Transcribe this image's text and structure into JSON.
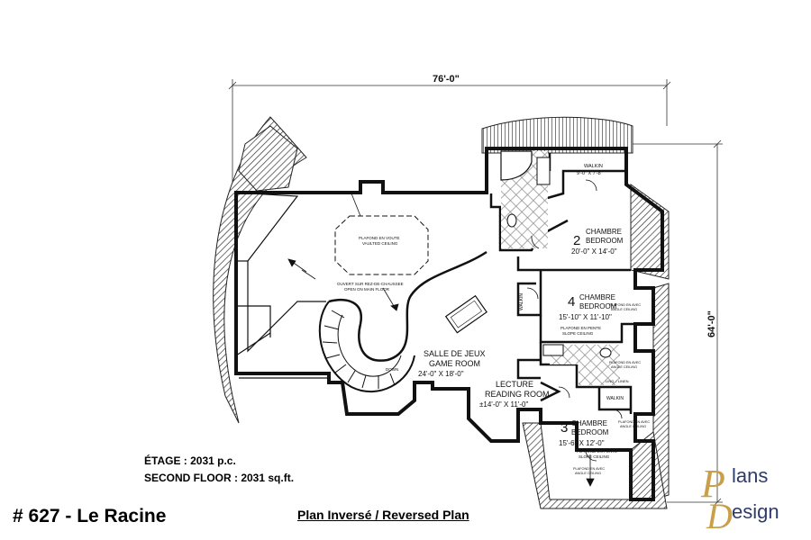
{
  "plan": {
    "number_title": "# 627 - Le Racine",
    "floor_fr": "ÉTAGE : 2031 p.c.",
    "floor_en": "SECOND FLOOR : 2031 sq.ft.",
    "reversed_label": "Plan Inversé / Reversed Plan",
    "dim_width": "76'-0\"",
    "dim_depth": "64'-0\""
  },
  "rooms": {
    "walkin_top": "WALKIN",
    "walkin_top_size": "9'-0\" X 7'-8\"",
    "bed2_num": "2",
    "bed2_fr": "CHAMBRE",
    "bed2_en": "BEDROOM",
    "bed2_size": "20'-0\" X 14'-0\"",
    "bed4_num": "4",
    "bed4_fr": "CHAMBRE",
    "bed4_en": "BEDROOM",
    "bed4_size": "15'-10\" X 11'-10\"",
    "game_fr": "SALLE DE JEUX",
    "game_en": "GAME ROOM",
    "game_size": "24'-0\" X 18'-0\"",
    "reading_fr": "LECTURE",
    "reading_en": "READING ROOM",
    "reading_size": "±14'-0\" X 11'-0\"",
    "bed3_num": "3",
    "bed3_fr": "CHAMBRE",
    "bed3_en": "BEDROOM",
    "bed3_size": "15'-6\" X 12'-0\"",
    "walkin_side": "WALKIN",
    "walkin_small": "WALKIN"
  },
  "notes": {
    "vault_fr": "PLAFOND EN VOUTE",
    "vault_en": "VAULTED CEILING",
    "open_fr": "OUVERT SUR REZ-DE-CHAUSSEE",
    "open_en": "OPEN ON MAIN FLOOR",
    "down": "DOWN",
    "slope_b4_fr": "PLAFOND EN PENTE",
    "slope_b4_en": "SLOPE CEILING",
    "knee_a_fr": "PLAFOND EN AVEC",
    "knee_a_en": "ANGLE CEILING",
    "knee_b_fr": "PLAFOND EN AVEC",
    "knee_b_en": "ANGLE CEILING",
    "linen": "LING. / LINEN",
    "slope_b3_fr": "PLAFOND EN PENTE",
    "slope_b3_en": "SLOPE CEILING",
    "knee_c_fr": "PLAFOND EN AVEC",
    "knee_c_en": "ANGLE CEILING",
    "knee_d_fr": "PLAFOND EN AVEC",
    "knee_d_en": "ANGLE CEILING"
  },
  "logo": {
    "letter_p": "P",
    "word_lans": "lans",
    "letter_d": "D",
    "word_esign": "esign",
    "color_gold": "#c9a047",
    "color_navy": "#2e3b6b"
  }
}
